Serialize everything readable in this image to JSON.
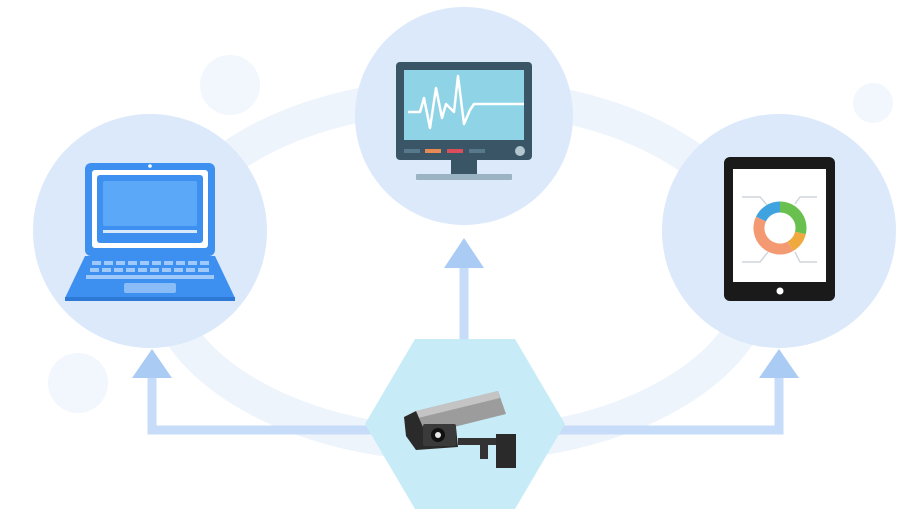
{
  "diagram": {
    "nodes": [
      {
        "id": "camera",
        "icon": "security-camera-icon"
      },
      {
        "id": "laptop",
        "icon": "laptop-icon"
      },
      {
        "id": "monitor",
        "icon": "monitor-waveform-icon"
      },
      {
        "id": "tablet",
        "icon": "tablet-donut-chart-icon"
      }
    ],
    "edges": [
      {
        "from": "camera",
        "to": "laptop"
      },
      {
        "from": "camera",
        "to": "monitor"
      },
      {
        "from": "camera",
        "to": "tablet"
      }
    ]
  },
  "colors": {
    "circle_fill": "#dbe9fb",
    "orbit_ring": "#eef4fc",
    "connector": "#c6dcf8",
    "arrow_head": "#a9cbf4",
    "hexagon": "#c7ecf7",
    "laptop_blue": "#3d8ff0",
    "monitor_frame": "#3a5566",
    "monitor_screen": "#8fd3e6",
    "tablet_body": "#1a1a1a"
  }
}
